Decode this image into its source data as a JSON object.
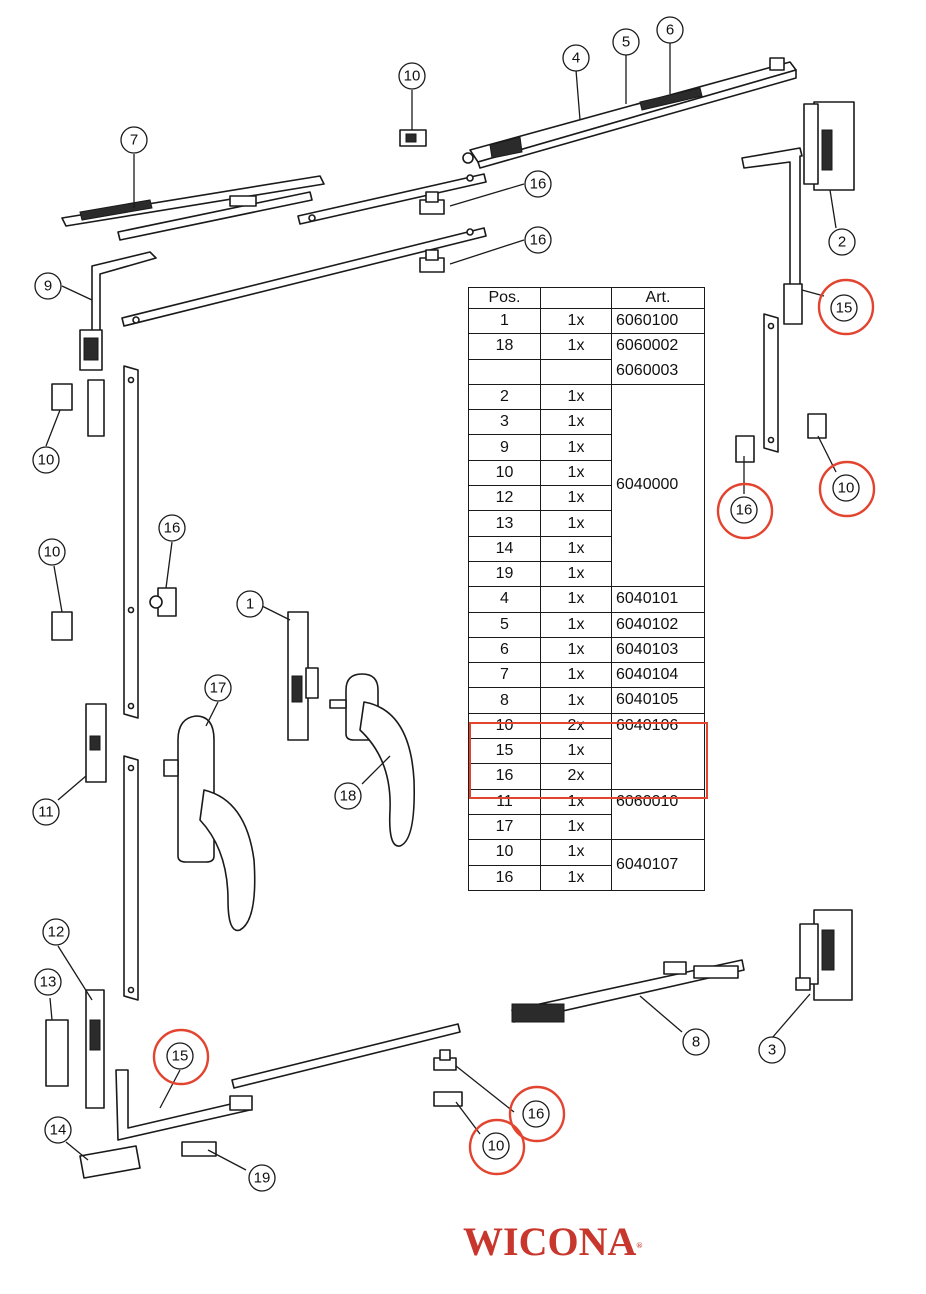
{
  "brand": {
    "logo_text": "WICONA",
    "logo_mark": "®",
    "logo_color": "#c8372d"
  },
  "highlight_color": "#e2442f",
  "table": {
    "headers": [
      "Pos.",
      "",
      "Art."
    ],
    "rows": [
      {
        "pos": "1",
        "qty": "1x"
      },
      {
        "pos": "18",
        "qty": "1x"
      },
      {
        "pos": "",
        "qty": ""
      },
      {
        "pos": "2",
        "qty": "1x"
      },
      {
        "pos": "3",
        "qty": "1x"
      },
      {
        "pos": "9",
        "qty": "1x"
      },
      {
        "pos": "10",
        "qty": "1x"
      },
      {
        "pos": "12",
        "qty": "1x"
      },
      {
        "pos": "13",
        "qty": "1x"
      },
      {
        "pos": "14",
        "qty": "1x"
      },
      {
        "pos": "19",
        "qty": "1x"
      },
      {
        "pos": "4",
        "qty": "1x"
      },
      {
        "pos": "5",
        "qty": "1x"
      },
      {
        "pos": "6",
        "qty": "1x"
      },
      {
        "pos": "7",
        "qty": "1x"
      },
      {
        "pos": "8",
        "qty": "1x"
      },
      {
        "pos": "10",
        "qty": "2x"
      },
      {
        "pos": "15",
        "qty": "1x"
      },
      {
        "pos": "16",
        "qty": "2x"
      },
      {
        "pos": "11",
        "qty": "1x"
      },
      {
        "pos": "17",
        "qty": "1x"
      },
      {
        "pos": "10",
        "qty": "1x"
      },
      {
        "pos": "16",
        "qty": "1x"
      }
    ],
    "articles": {
      "a1": "6060100",
      "a2": "6060002",
      "a3": "6060003",
      "a4": "6040000",
      "a5": "6040101",
      "a6": "6040102",
      "a7": "6040103",
      "a8": "6040104",
      "a9": "6040105",
      "a10": "6040106",
      "a11": "6060010",
      "a12": "6040107"
    }
  },
  "callouts": [
    {
      "label": "1"
    },
    {
      "label": "2"
    },
    {
      "label": "3"
    },
    {
      "label": "4"
    },
    {
      "label": "5"
    },
    {
      "label": "6"
    },
    {
      "label": "7"
    },
    {
      "label": "8"
    },
    {
      "label": "9"
    },
    {
      "label": "10"
    },
    {
      "label": "10"
    },
    {
      "label": "10"
    },
    {
      "label": "10"
    },
    {
      "label": "10"
    },
    {
      "label": "11"
    },
    {
      "label": "12"
    },
    {
      "label": "13"
    },
    {
      "label": "14"
    },
    {
      "label": "15"
    },
    {
      "label": "15"
    },
    {
      "label": "16"
    },
    {
      "label": "16"
    },
    {
      "label": "16"
    },
    {
      "label": "16"
    },
    {
      "label": "16"
    },
    {
      "label": "17"
    },
    {
      "label": "18"
    },
    {
      "label": "19"
    }
  ]
}
